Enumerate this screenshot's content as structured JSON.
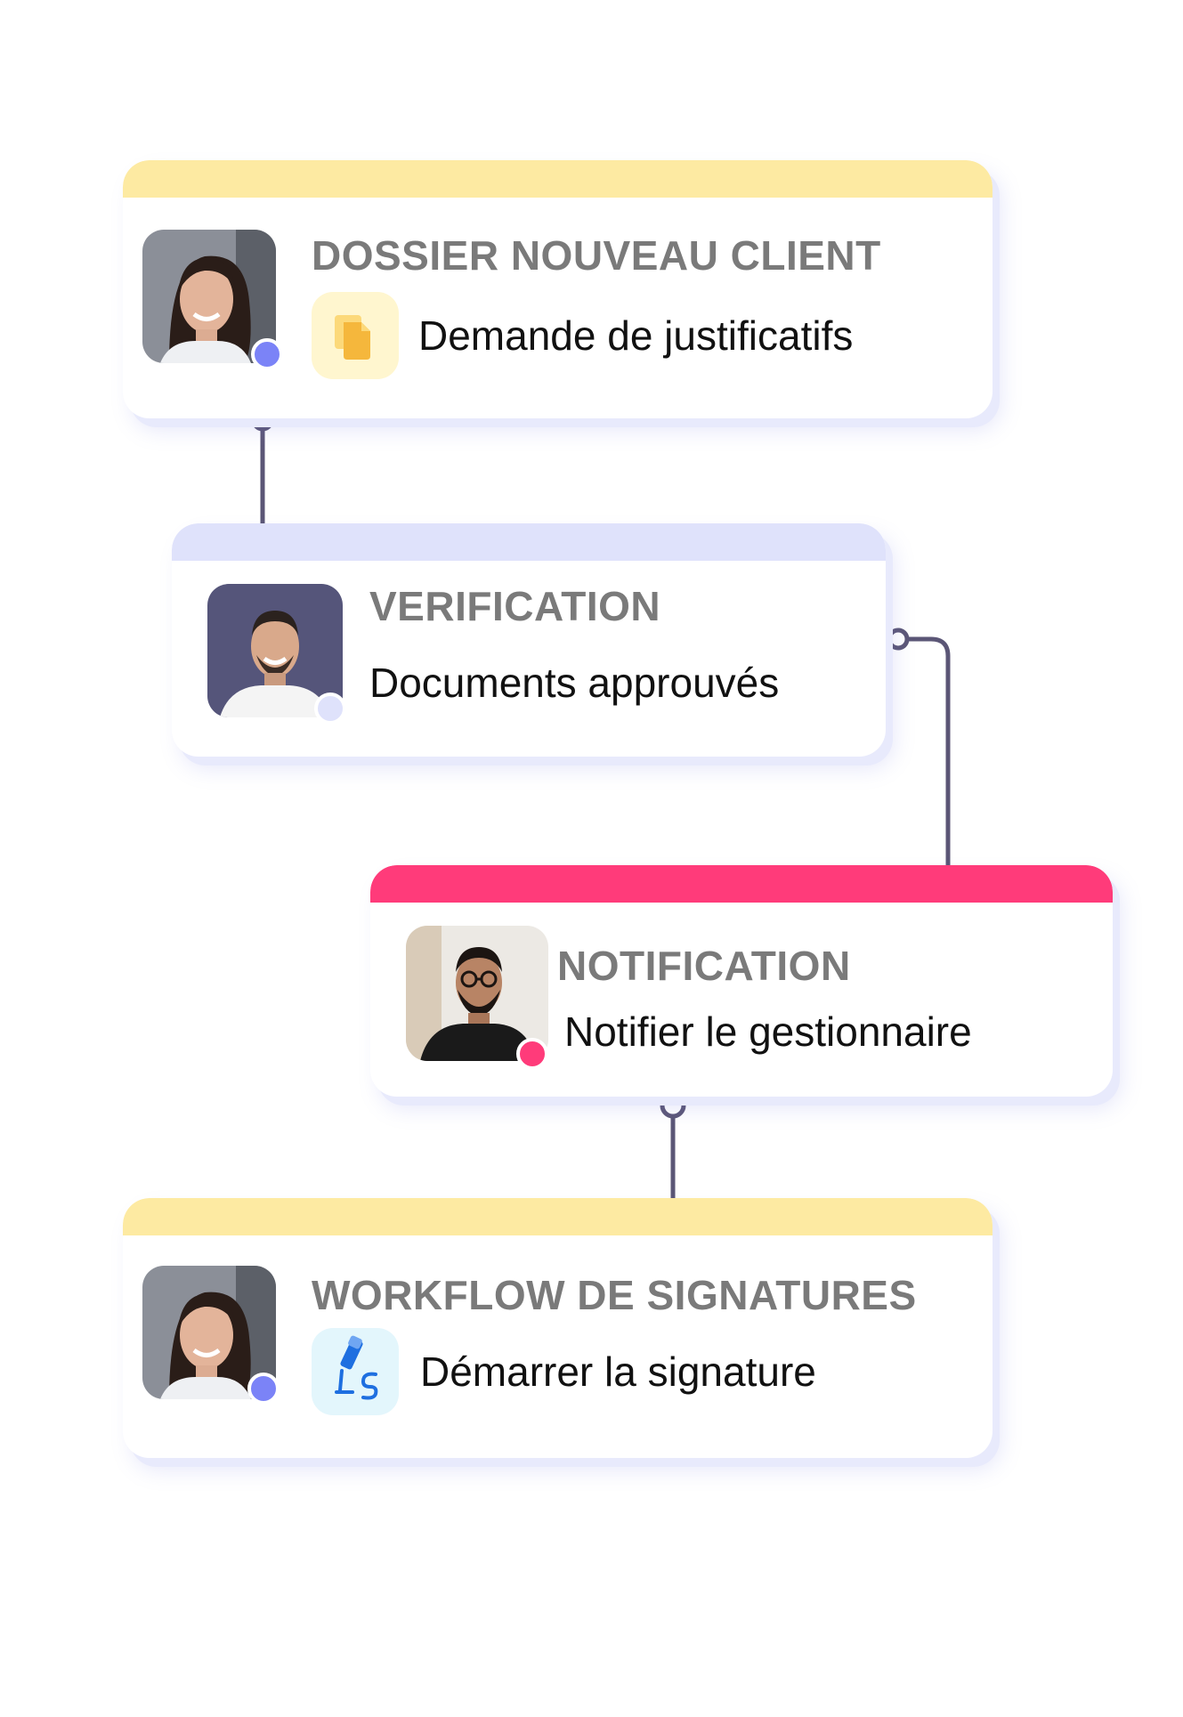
{
  "colors": {
    "band_yellow": "#fdeaa2",
    "band_lavender": "#dfe2fb",
    "band_pink": "#ff3b7a",
    "connector": "#5b5676",
    "dot_blue": "#7b83f7",
    "dot_lavender": "#dfe2fb",
    "dot_pink": "#ff3b7a"
  },
  "cards": [
    {
      "title": "DOSSIER NOUVEAU CLIENT",
      "text": "Demande de justificatifs",
      "icon": "documents-icon",
      "avatar": "woman-avatar",
      "band_color": "#fdeaa2",
      "dot_color": "#7b83f7"
    },
    {
      "title": "VERIFICATION",
      "text": "Documents approuvés",
      "avatar": "man-smiling-avatar",
      "band_color": "#dfe2fb",
      "dot_color": "#dfe2fb"
    },
    {
      "title": "NOTIFICATION",
      "text": "Notifier le gestionnaire",
      "avatar": "man-glasses-avatar",
      "band_color": "#ff3b7a",
      "dot_color": "#ff3b7a"
    },
    {
      "title": "WORKFLOW DE SIGNATURES",
      "text": "Démarrer la signature",
      "icon": "signature-icon",
      "avatar": "woman-avatar",
      "band_color": "#fdeaa2",
      "dot_color": "#7b83f7"
    }
  ]
}
